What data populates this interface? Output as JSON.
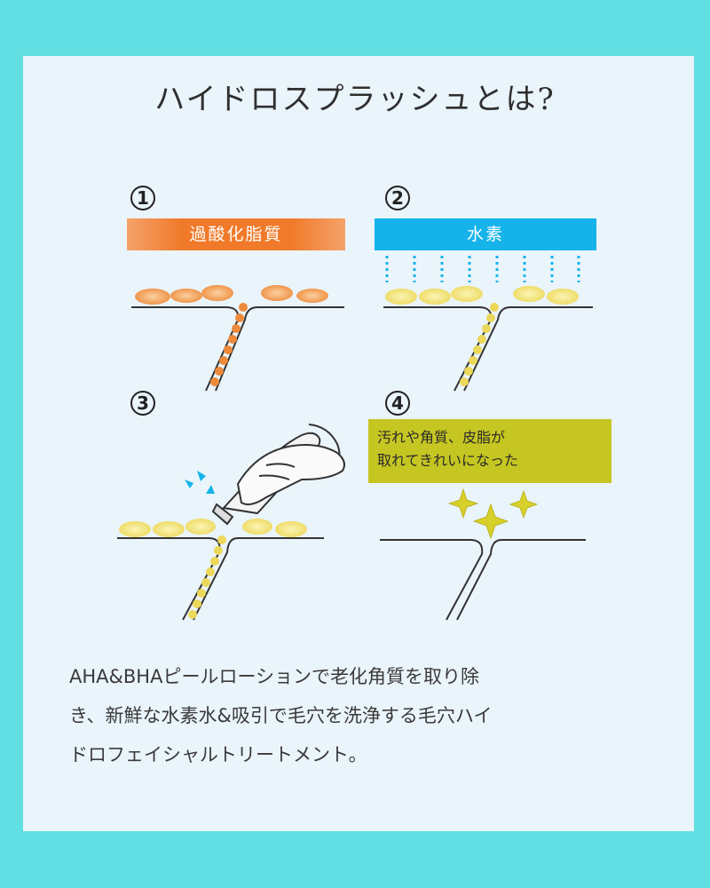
{
  "title": "ハイドロスプラッシュとは?",
  "steps": [
    {
      "num": "1",
      "banner": "過酸化脂質"
    },
    {
      "num": "2",
      "banner": "水素"
    },
    {
      "num": "3"
    },
    {
      "num": "4",
      "caption_lines": [
        "汚れや角質、皮脂が",
        "取れてきれいになった"
      ]
    }
  ],
  "description_lines": [
    "AHA&BHAピールローションで老化角質を取り除",
    "き、新鮮な水素水&吸引で毛穴を洗浄する毛穴ハイ",
    "ドロフェイシャルトリートメント。"
  ],
  "colors": {
    "frame": "#62dfe3",
    "card": "#eaf4fb",
    "orange": "#f07a2a",
    "blue": "#15b3ea",
    "olive": "#c6c623",
    "yellow_dot": "#f2e47a"
  },
  "icons": [
    "sparkle-icon",
    "water-drop-icon",
    "hand-device-icon"
  ]
}
